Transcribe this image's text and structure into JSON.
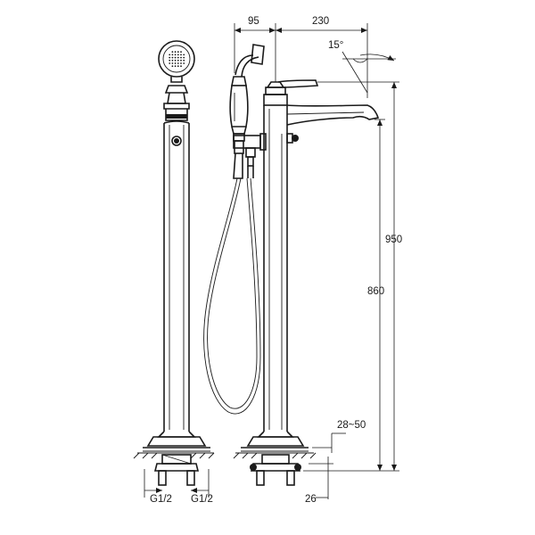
{
  "dimensions": {
    "handshower_offset": "95",
    "spout_reach": "230",
    "spout_angle": "15°",
    "overall_height": "950",
    "spout_height": "860",
    "floor_adjust": "28~50",
    "base_offset": "26",
    "inlet_left": "G1/2",
    "inlet_right": "G1/2"
  }
}
